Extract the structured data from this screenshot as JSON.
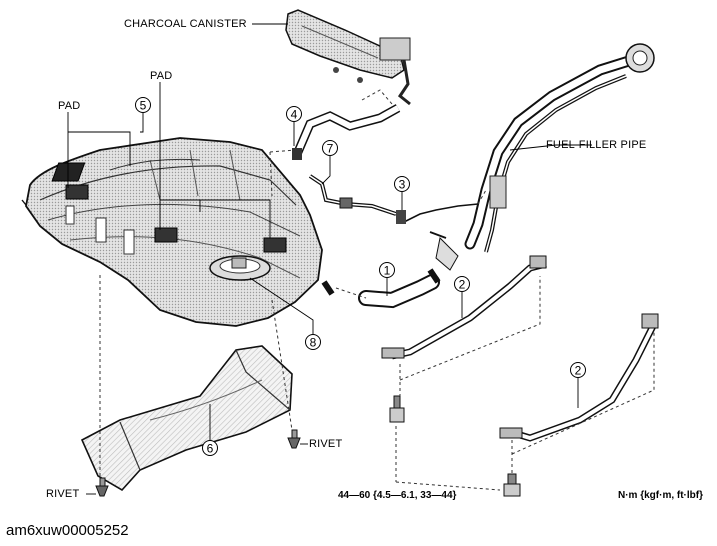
{
  "labels": {
    "charcoal_canister": "CHARCOAL CANISTER",
    "fuel_filler_pipe": "FUEL-FILLER PIPE",
    "pad_left": "PAD",
    "pad_center": "PAD",
    "rivet_right": "RIVET",
    "rivet_left": "RIVET"
  },
  "callouts": {
    "c1": "1",
    "c2a": "2",
    "c2b": "2",
    "c3": "3",
    "c4": "4",
    "c5": "5",
    "c6": "6",
    "c7": "7",
    "c8": "8"
  },
  "torque_spec": "44—60 {4.5—6.1, 33—44}",
  "torque_units": "N·m {kgf·m, ft·lbf}",
  "figure_id": "am6xuw00005252"
}
